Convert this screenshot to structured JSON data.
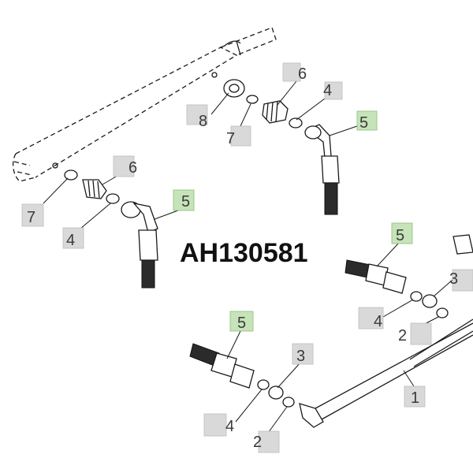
{
  "part_number": "AH130581",
  "highlight_color": "#c6e3b9",
  "callout_color": "#d9d9d9",
  "callouts": [
    {
      "id": "c-6-top",
      "label": "6",
      "highlight": false
    },
    {
      "id": "c-4-top",
      "label": "4",
      "highlight": false
    },
    {
      "id": "c-8",
      "label": "8",
      "highlight": false
    },
    {
      "id": "c-7-top",
      "label": "7",
      "highlight": false
    },
    {
      "id": "c-5-top",
      "label": "5",
      "highlight": true
    },
    {
      "id": "c-6-left",
      "label": "6",
      "highlight": false
    },
    {
      "id": "c-7-left",
      "label": "7",
      "highlight": false
    },
    {
      "id": "c-5-left",
      "label": "5",
      "highlight": true
    },
    {
      "id": "c-4-left",
      "label": "4",
      "highlight": false
    },
    {
      "id": "c-5-right",
      "label": "5",
      "highlight": true
    },
    {
      "id": "c-3-right",
      "label": "3",
      "highlight": false
    },
    {
      "id": "c-4-right",
      "label": "4",
      "highlight": false
    },
    {
      "id": "c-2-right",
      "label": "2",
      "highlight": false
    },
    {
      "id": "c-5-bottom",
      "label": "5",
      "highlight": true
    },
    {
      "id": "c-3-bottom",
      "label": "3",
      "highlight": false
    },
    {
      "id": "c-1",
      "label": "1",
      "highlight": false
    },
    {
      "id": "c-4-bottom",
      "label": "4",
      "highlight": false
    },
    {
      "id": "c-2-bottom",
      "label": "2",
      "highlight": false
    }
  ]
}
